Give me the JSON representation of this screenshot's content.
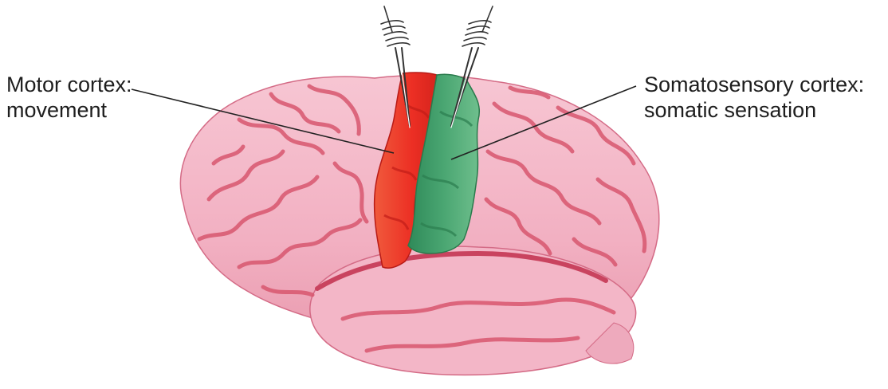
{
  "labels": {
    "motor": {
      "title": "Motor cortex:",
      "detail": "movement"
    },
    "somatosensory": {
      "title": "Somatosensory cortex:",
      "detail": "somatic sensation"
    }
  },
  "colors": {
    "background": "#ffffff",
    "brain": "#f3b4c6",
    "sulcus": "#d8576f",
    "motor_cortex": "#ee3b2c",
    "somatosensory_cortex": "#3f9b68",
    "leader_line": "#222222",
    "electrode": "#333333"
  },
  "icons": {
    "electrodes": "stimulating-electrode-icon"
  }
}
